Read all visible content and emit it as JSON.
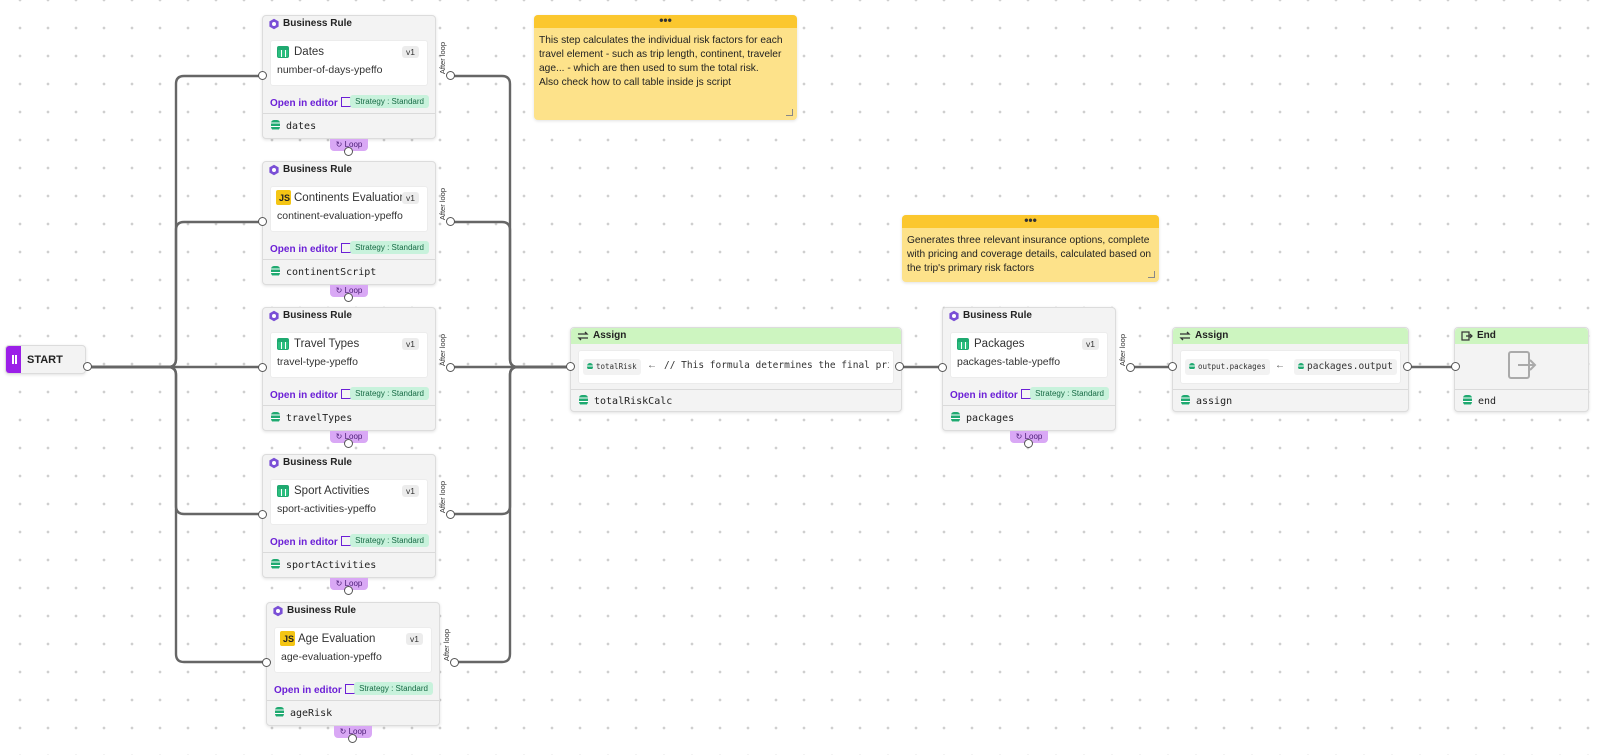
{
  "start": {
    "label": "START"
  },
  "business_rules": [
    {
      "header": "Business Rule",
      "type": "table",
      "name": "Dates",
      "key": "number-of-days-ypeffo",
      "version": "v1",
      "open_editor": "Open in editor",
      "strategy": "Strategy : Standard",
      "variable": "dates",
      "loop": "Loop",
      "after_loop": "After loop"
    },
    {
      "header": "Business Rule",
      "type": "js",
      "name": "Continents Evaluation",
      "key": "continent-evaluation-ypeffo",
      "version": "v1",
      "open_editor": "Open in editor",
      "strategy": "Strategy : Standard",
      "variable": "continentScript",
      "loop": "Loop",
      "after_loop": "After loop"
    },
    {
      "header": "Business Rule",
      "type": "table",
      "name": "Travel Types",
      "key": "travel-type-ypeffo",
      "version": "v1",
      "open_editor": "Open in editor",
      "strategy": "Strategy : Standard",
      "variable": "travelTypes",
      "loop": "Loop",
      "after_loop": "After loop"
    },
    {
      "header": "Business Rule",
      "type": "table",
      "name": "Sport Activities",
      "key": "sport-activities-ypeffo",
      "version": "v1",
      "open_editor": "Open in editor",
      "strategy": "Strategy : Standard",
      "variable": "sportActivities",
      "loop": "Loop",
      "after_loop": "After loop"
    },
    {
      "header": "Business Rule",
      "type": "js",
      "name": "Age Evaluation",
      "key": "age-evaluation-ypeffo",
      "version": "v1",
      "open_editor": "Open in editor",
      "strategy": "Strategy : Standard",
      "variable": "ageRisk",
      "loop": "Loop",
      "after_loop": "After loop"
    },
    {
      "header": "Business Rule",
      "type": "table",
      "name": "Packages",
      "key": "packages-table-ypeffo",
      "version": "v1",
      "open_editor": "Open in editor",
      "strategy": "Strategy : Standard",
      "variable": "packages",
      "loop": "Loop",
      "after_loop": "After loop"
    }
  ],
  "assign_total": {
    "header": "Assign",
    "target": "totalRisk",
    "arrow": "←",
    "formula": "// This formula determines the final pri",
    "variable": "totalRiskCalc"
  },
  "assign_output": {
    "header": "Assign",
    "target": "output.packages",
    "arrow": "←",
    "source": "packages.output",
    "variable": "assign"
  },
  "end": {
    "header": "End",
    "variable": "end"
  },
  "notes": [
    {
      "dots": "•••",
      "text": "This step calculates the individual risk factors for each\ntravel element - such as trip length, continent, traveler\nage... - which are then used to sum the total risk.\nAlso check how to call table inside js script"
    },
    {
      "dots": "•••",
      "text": "Generates three relevant insurance options, complete\nwith pricing and coverage details, calculated based on\nthe trip's primary risk factors"
    }
  ],
  "colors": {
    "accent": "#6b1fd6",
    "start": "#9b1fe8",
    "assign_header": "#cdf5c0",
    "note": "#fde28a",
    "note_bar": "#fbc72e",
    "loop": "#d9a8f5",
    "strategy": "#c8f2dc"
  }
}
